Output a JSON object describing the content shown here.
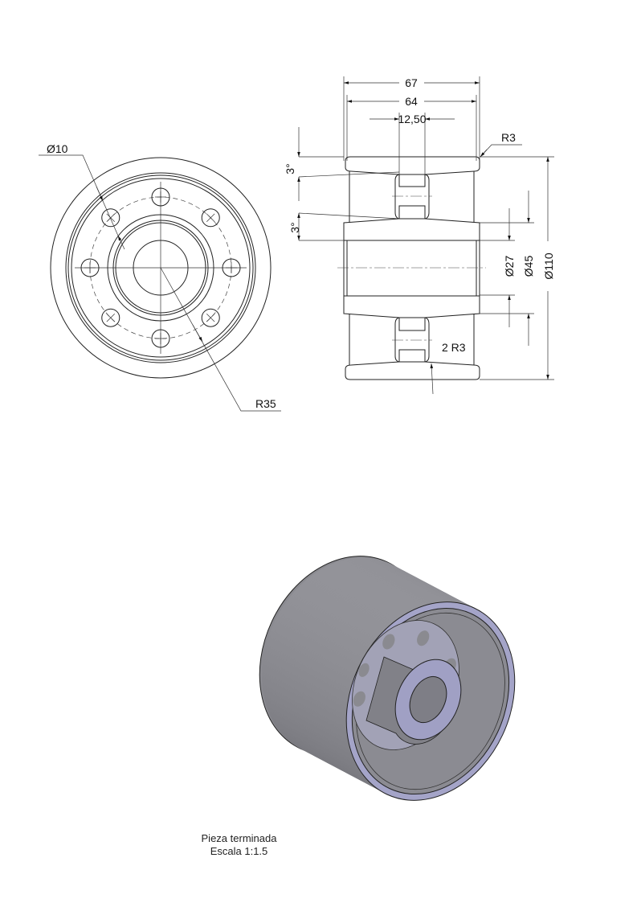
{
  "front_view": {
    "hole_diameter_label": "Ø10",
    "bolt_radius_label": "R35"
  },
  "section_view": {
    "overall_width": "67",
    "inner_width": "64",
    "web_width": "12,50",
    "edge_radius": "R3",
    "angle_top": "3°",
    "angle_bottom": "3°",
    "bore_diameter": "Ø27",
    "hub_diameter": "Ø45",
    "outer_diameter": "Ø110",
    "fillet_radius": "2 R3"
  },
  "caption": {
    "title": "Pieza terminada",
    "scale": "Escala 1:1.5"
  },
  "colors": {
    "line": "#222222",
    "body": "#7f7f86",
    "rim": "#a4a4c8"
  }
}
